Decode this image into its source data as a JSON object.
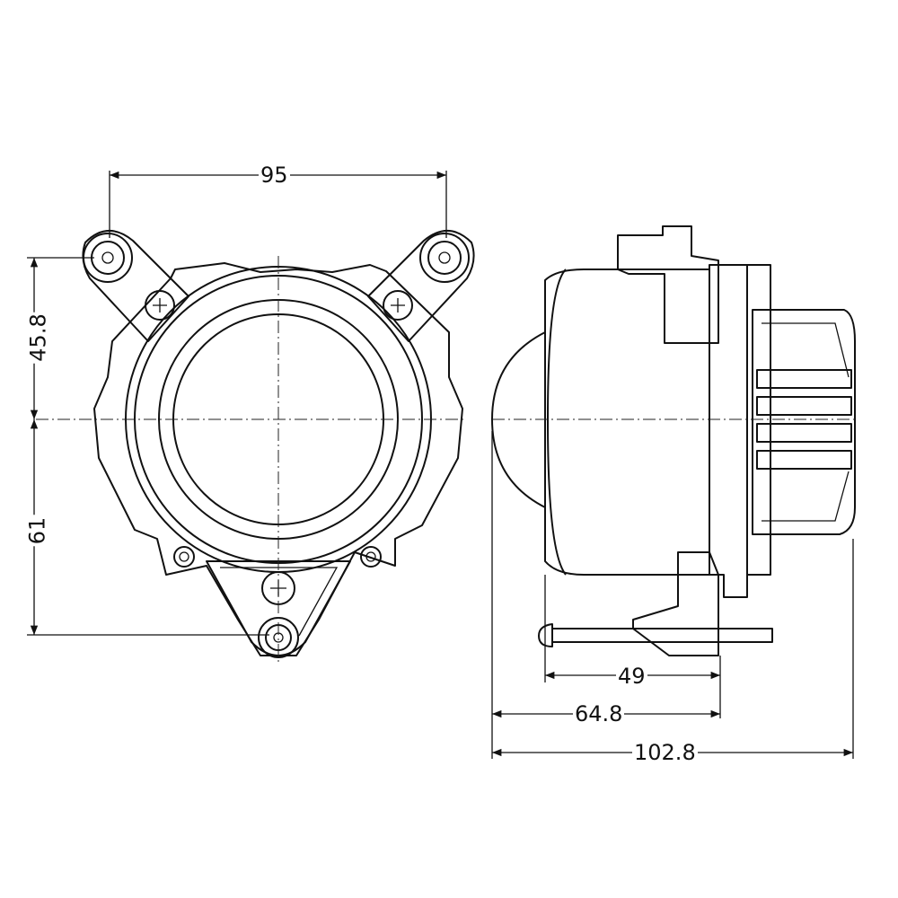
{
  "drawing": {
    "front_view": {
      "width_dimension": "95",
      "upper_height_dimension": "45.8",
      "lower_height_dimension": "61"
    },
    "side_view": {
      "housing_depth_dimension": "49",
      "lens_to_flange_dimension": "64.8",
      "overall_depth_dimension": "102.8"
    },
    "line_color": "#111111"
  }
}
